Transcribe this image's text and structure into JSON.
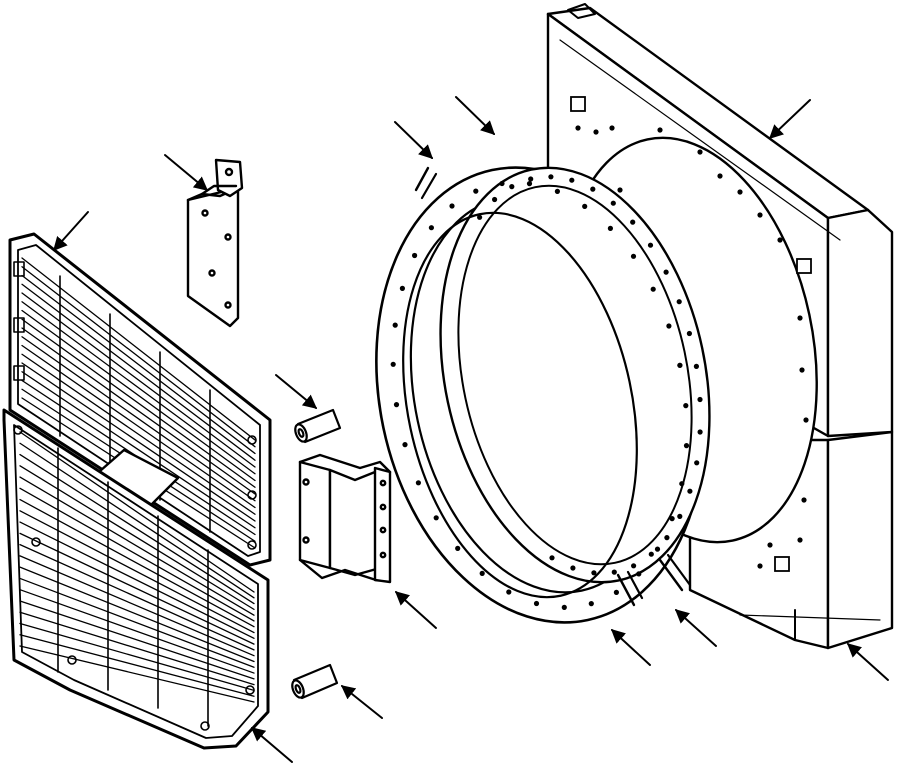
{
  "diagram": {
    "colors": {
      "ink": "#000000",
      "paper": "#ffffff"
    },
    "parts": [
      {
        "id": "upper-grille",
        "leader": true
      },
      {
        "id": "lower-grille",
        "leader": true
      },
      {
        "id": "upper-bracket",
        "leader": true
      },
      {
        "id": "upper-spacer",
        "leader": true
      },
      {
        "id": "lower-bracket",
        "leader": true
      },
      {
        "id": "lower-spacer",
        "leader": true
      },
      {
        "id": "upper-outer-ring-segment",
        "leader": true
      },
      {
        "id": "upper-inner-ring-segment",
        "leader": true
      },
      {
        "id": "lower-outer-ring-segment",
        "leader": true
      },
      {
        "id": "lower-inner-ring-segment",
        "leader": true
      },
      {
        "id": "upper-shroud",
        "leader": true
      },
      {
        "id": "lower-shroud",
        "leader": true
      }
    ]
  }
}
